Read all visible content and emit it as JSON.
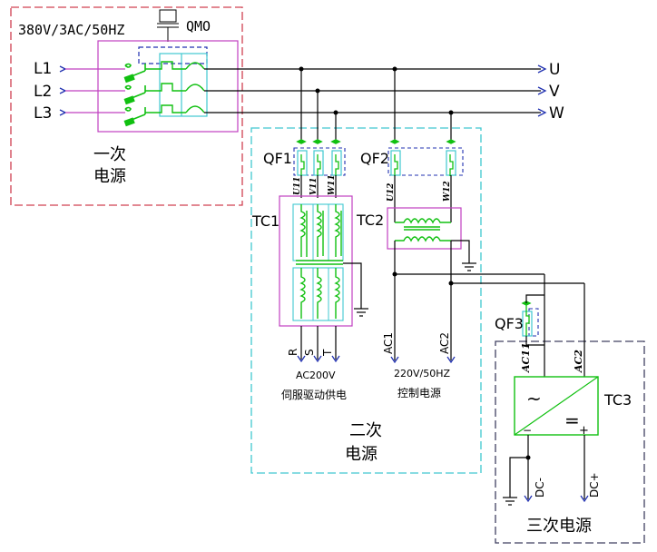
{
  "supply": {
    "label": "380V/3AC/50HZ",
    "main_switch": "QMO",
    "inputs": [
      "L1",
      "L2",
      "L3"
    ],
    "outputs": [
      "U",
      "V",
      "W"
    ],
    "title_line1": "一次",
    "title_line2": "电源"
  },
  "secondary": {
    "breaker1": "QF1",
    "breaker2": "QF2",
    "breaker1_taps": [
      "U11",
      "V11",
      "W11"
    ],
    "breaker2_taps": [
      "U12",
      "W12"
    ],
    "transformer1": "TC1",
    "transformer2": "TC2",
    "servo_outputs": [
      "R",
      "S",
      "T"
    ],
    "control_outputs": [
      "AC1",
      "AC2"
    ],
    "servo_voltage": "AC200V",
    "servo_caption": "伺服驱动供电",
    "control_voltage": "220V/50HZ",
    "control_caption": "控制电源",
    "title_line1": "二次",
    "title_line2": "电源"
  },
  "tertiary": {
    "breaker": "QF3",
    "taps": [
      "AC11",
      "AC2"
    ],
    "converter": "TC3",
    "ac_symbol": "~",
    "dc_symbol": "=",
    "minus_symbol": "−",
    "plus_symbol": "+",
    "outputs": [
      "DC-",
      "DC+"
    ],
    "title": "三次电源"
  },
  "colors": {
    "wire": "#000000",
    "frame_primary": "#d04050",
    "frame_secondary": "#40c8d0",
    "frame_tertiary": "#404060",
    "device_box": "#c040c0",
    "device_dashed": "#2030b0",
    "component": "#20c020",
    "contact_fill": "#10c010"
  }
}
